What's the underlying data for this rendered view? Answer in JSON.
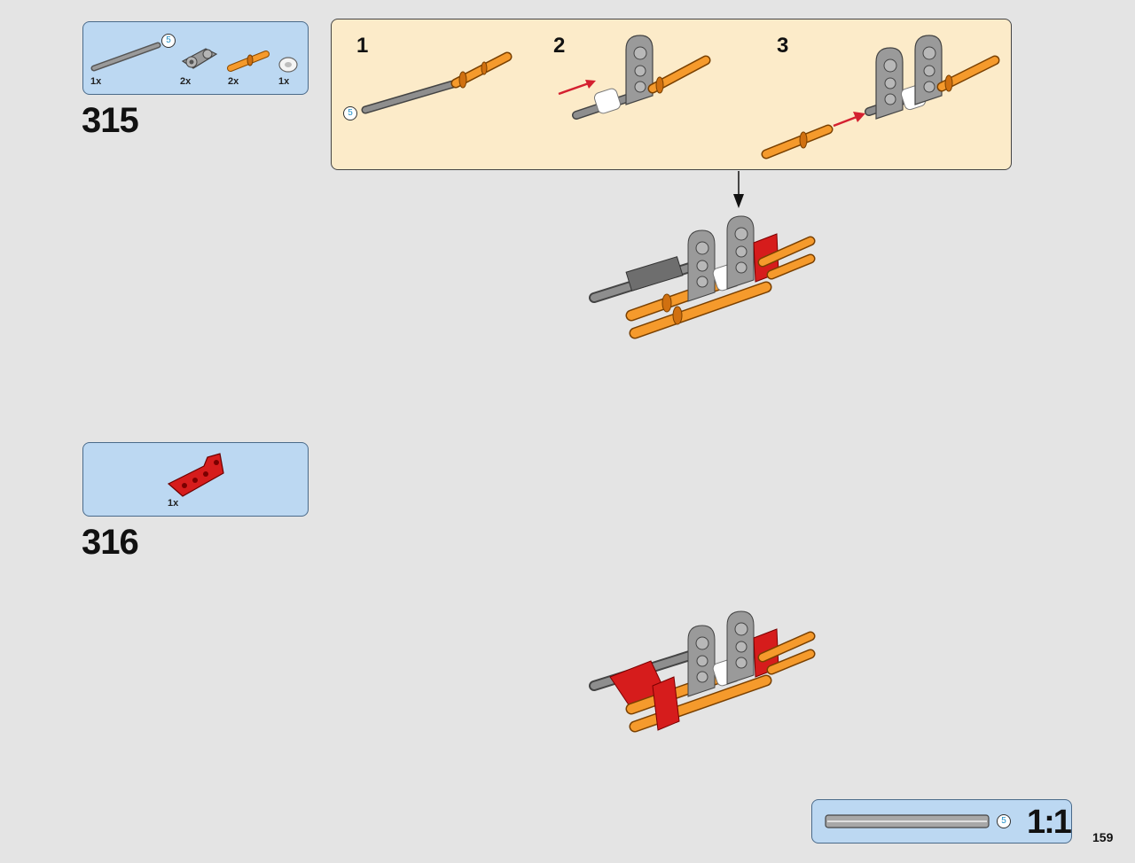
{
  "steps": [
    {
      "number": "315",
      "parts": [
        {
          "qty": "1x",
          "icon": "axle-icon",
          "badge": "5"
        },
        {
          "qty": "2x",
          "icon": "axle-pin-connector-icon"
        },
        {
          "qty": "2x",
          "icon": "orange-axle-pin-icon"
        },
        {
          "qty": "1x",
          "icon": "white-bush-icon"
        }
      ],
      "substeps": [
        {
          "number": "1",
          "badge": "5"
        },
        {
          "number": "2"
        },
        {
          "number": "3"
        }
      ]
    },
    {
      "number": "316",
      "parts": [
        {
          "qty": "1x",
          "icon": "red-bent-beam-icon"
        }
      ]
    }
  ],
  "scale": {
    "text": "1:1",
    "badge": "5"
  },
  "page_number": "159",
  "colors": {
    "background": "#e4e4e4",
    "parts_box": "#bcd8f2",
    "substep_box": "#fcebc9",
    "orange": "#f59a2c",
    "red": "#d61c1c",
    "gray": "#8c8c8c",
    "arrow_red": "#d42030"
  }
}
